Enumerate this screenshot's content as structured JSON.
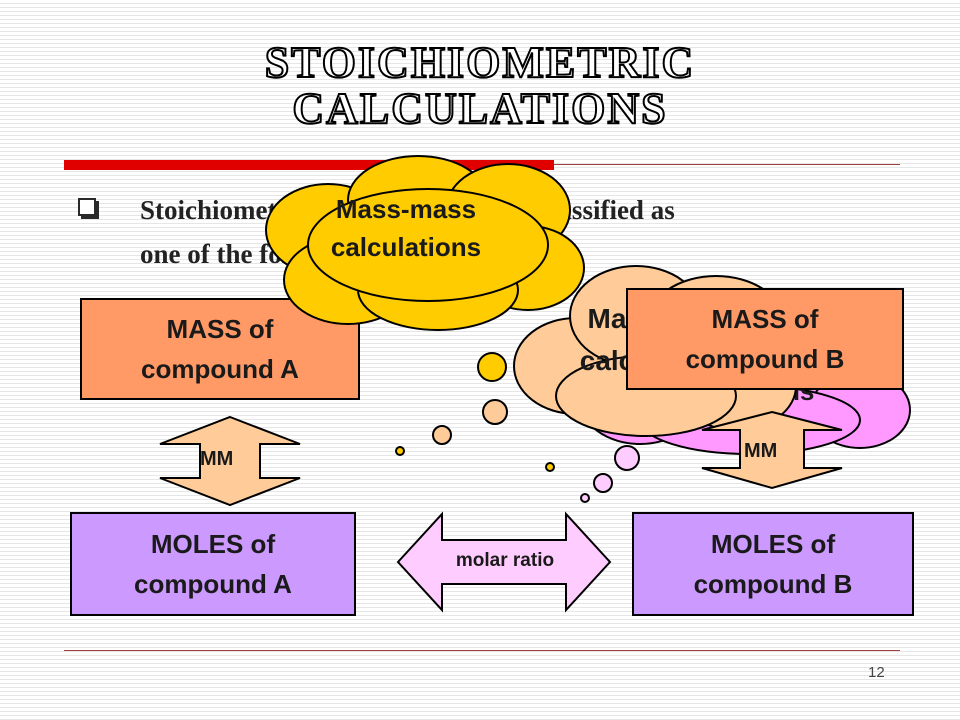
{
  "slide": {
    "title": "STOICHIOMETRIC\nCALCULATIONS",
    "bullet_text": "Stoichiometric calculations can be classified as\none of the following:",
    "page_number": "12"
  },
  "boxes": {
    "mass_a": "MASS of\ncompound A",
    "moles_a": "MOLES of\ncompound A",
    "mass_b": "MASS of\ncompound B",
    "moles_b": "MOLES of\ncompound B"
  },
  "arrows": {
    "left_mm": "MM",
    "right_mm": "MM",
    "molar_ratio": "molar ratio"
  },
  "clouds": {
    "mass_mass": "Mass-mass\ncalculations",
    "mass_mole_partial": "Ma\ncalc",
    "mole_partial": "ns"
  },
  "colors": {
    "mass_fill": "#ff9966",
    "moles_fill": "#cc99ff",
    "yellow_cloud": "#ffcc00",
    "peach_cloud": "#ffcc99",
    "pink_cloud": "#ff99ff",
    "arrow_fill": "#ffcc99",
    "red_rule": "#e00000"
  }
}
